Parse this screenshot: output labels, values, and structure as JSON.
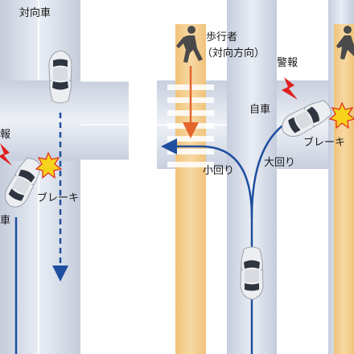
{
  "left_scene": {
    "oncoming_car_label": "対向車",
    "alarm_label_partial": "報",
    "brake_label": "ブレーキ",
    "own_car_label_partial": "車"
  },
  "right_scene": {
    "pedestrian_label": "歩行者",
    "pedestrian_direction": "（対向方向）",
    "alarm_label": "警報",
    "own_car_label": "自車",
    "brake_label_partial": "ブレーキ",
    "small_turn_label": "小回り",
    "large_turn_label": "大回り"
  },
  "colors": {
    "road_light": "#eef2f8",
    "road_mid": "#d2d9e6",
    "road_dark": "#b9c2d3",
    "lane_marking": "#ffffff",
    "crosswalk_band": "#f5cf8f",
    "pedestrian_arrow": "#e4642a",
    "vehicle_path": "#1f4fa0",
    "alert": "#e01e1e",
    "impact": "#f6d21c"
  },
  "icons": [
    "car-top-view",
    "pedestrian-walking",
    "lightning-alarm",
    "impact-burst",
    "path-arrow"
  ]
}
